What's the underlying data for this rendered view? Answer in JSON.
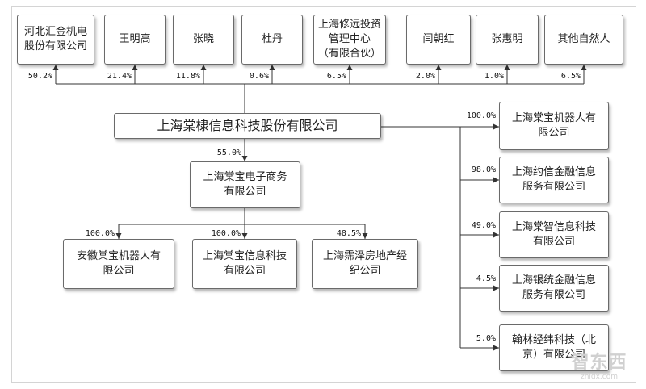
{
  "shareholders": [
    {
      "name": "河北汇金机电\n股份有限公司",
      "pct": "50.2%"
    },
    {
      "name": "王明高",
      "pct": "21.4%"
    },
    {
      "name": "张晓",
      "pct": "11.8%"
    },
    {
      "name": "杜丹",
      "pct": "0.6%"
    },
    {
      "name": "上海修远投资\n管理中心\n（有限合伙）",
      "pct": "6.5%"
    },
    {
      "name": "闫朝红",
      "pct": "2.0%"
    },
    {
      "name": "张惠明",
      "pct": "1.0%"
    },
    {
      "name": "其他自然人",
      "pct": "6.5%"
    }
  ],
  "company": {
    "name": "上海棠棣信息科技股份有限公司"
  },
  "ecommerce": {
    "name": "上海棠宝电子商务\n有限公司",
    "pct": "55.0%"
  },
  "ecommerce_subs": [
    {
      "name": "安徽棠宝机器人有\n限公司",
      "pct": "100.0%"
    },
    {
      "name": "上海棠宝信息科技\n有限公司",
      "pct": "100.0%"
    },
    {
      "name": "上海霈泽房地产经\n纪公司",
      "pct": "48.5%"
    }
  ],
  "right_subs": [
    {
      "name": "上海棠宝机器人有\n限公司",
      "pct": "100.0%"
    },
    {
      "name": "上海约信金融信息\n服务有限公司",
      "pct": "98.0%"
    },
    {
      "name": "上海棠智信息科技\n有限公司",
      "pct": "49.0%"
    },
    {
      "name": "上海银统金融信息\n服务有限公司",
      "pct": "4.5%"
    },
    {
      "name": "翰林经纬科技（北\n京）有限公司",
      "pct": "5.0%"
    }
  ],
  "watermark": {
    "main": "智东西",
    "sub": "zhidx.com"
  },
  "colors": {
    "line": "#333333",
    "border": "#6a6a6a"
  }
}
